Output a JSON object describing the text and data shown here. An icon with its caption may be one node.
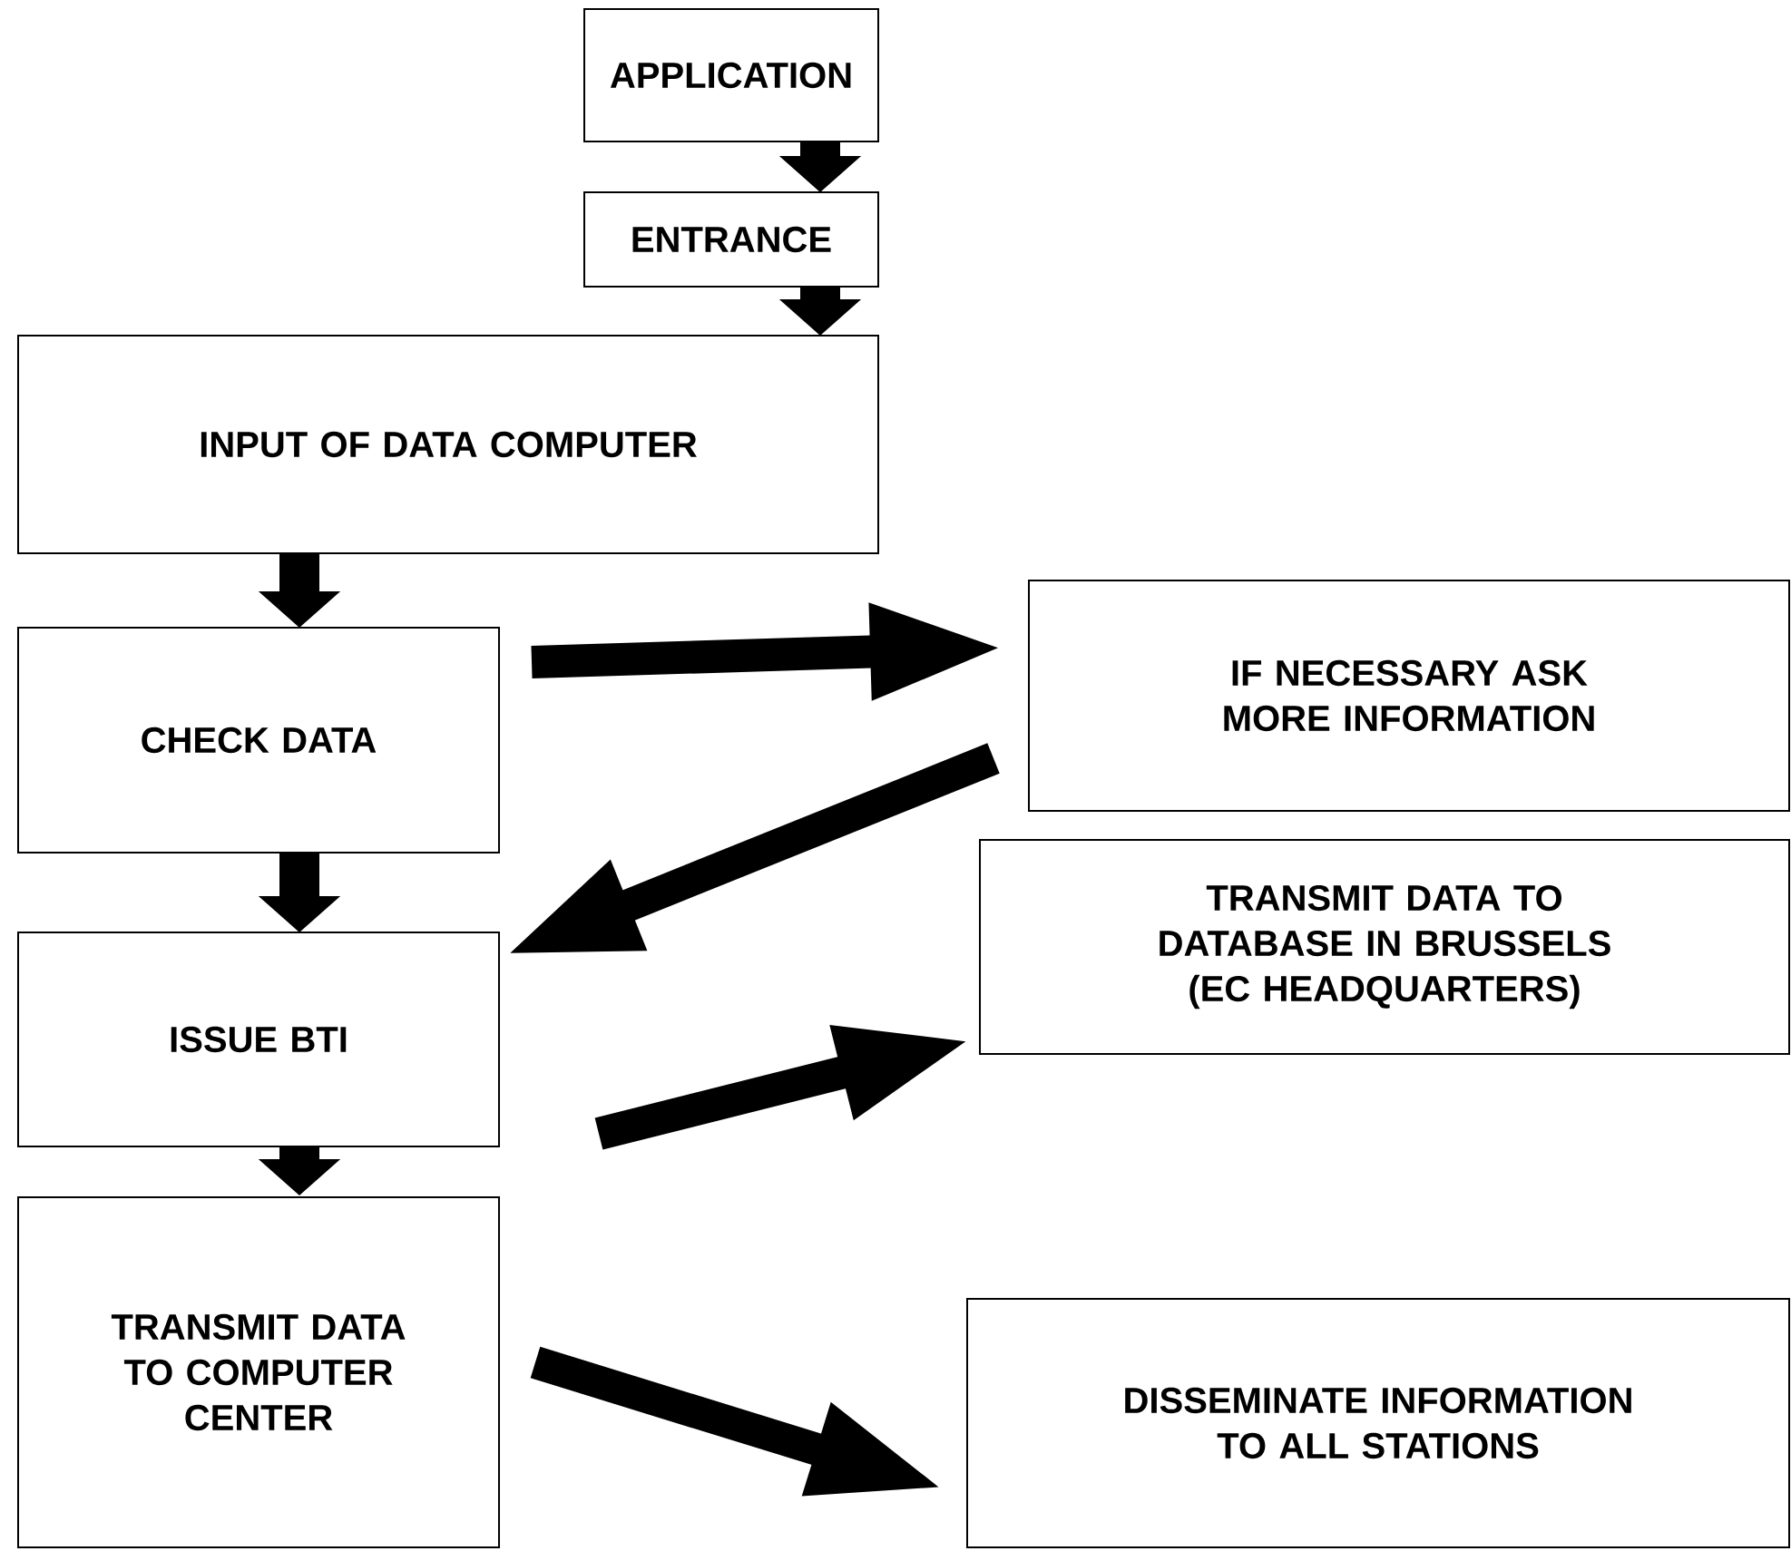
{
  "diagram": {
    "nodes": [
      {
        "text": [
          "APPLICATION"
        ]
      },
      {
        "text": [
          "ENTRANCE"
        ]
      },
      {
        "text": [
          "INPUT OF DATA COMPUTER"
        ]
      },
      {
        "text": [
          "CHECK DATA"
        ]
      },
      {
        "text": [
          "IF NECESSARY ASK MORE INFORMATION"
        ]
      },
      {
        "text": [
          "ISSUE BTI"
        ]
      },
      {
        "text": [
          "TRANSMIT DATA TO DATABASE IN BRUSSELS (EC HEADQUARTERS)"
        ]
      },
      {
        "text": [
          "TRANSMIT DATA TO COMPUTER CENTER"
        ]
      },
      {
        "text": [
          "DISSEMINATE INFORMATION TO ALL STATIONS"
        ]
      }
    ],
    "edges": [
      {
        "from": 0,
        "to": 1,
        "arrow": "to"
      },
      {
        "from": 1,
        "to": 2,
        "arrow": "to"
      },
      {
        "from": 2,
        "to": 3,
        "arrow": "to"
      },
      {
        "from": 3,
        "to": 4,
        "arrow": "to"
      },
      {
        "from": 4,
        "to": 5,
        "arrow": "to"
      },
      {
        "from": 3,
        "to": 5,
        "arrow": "to"
      },
      {
        "from": 5,
        "to": 6,
        "arrow": "to"
      },
      {
        "from": 5,
        "to": 7,
        "arrow": "to"
      },
      {
        "from": 7,
        "to": 8,
        "arrow": "to"
      }
    ]
  }
}
